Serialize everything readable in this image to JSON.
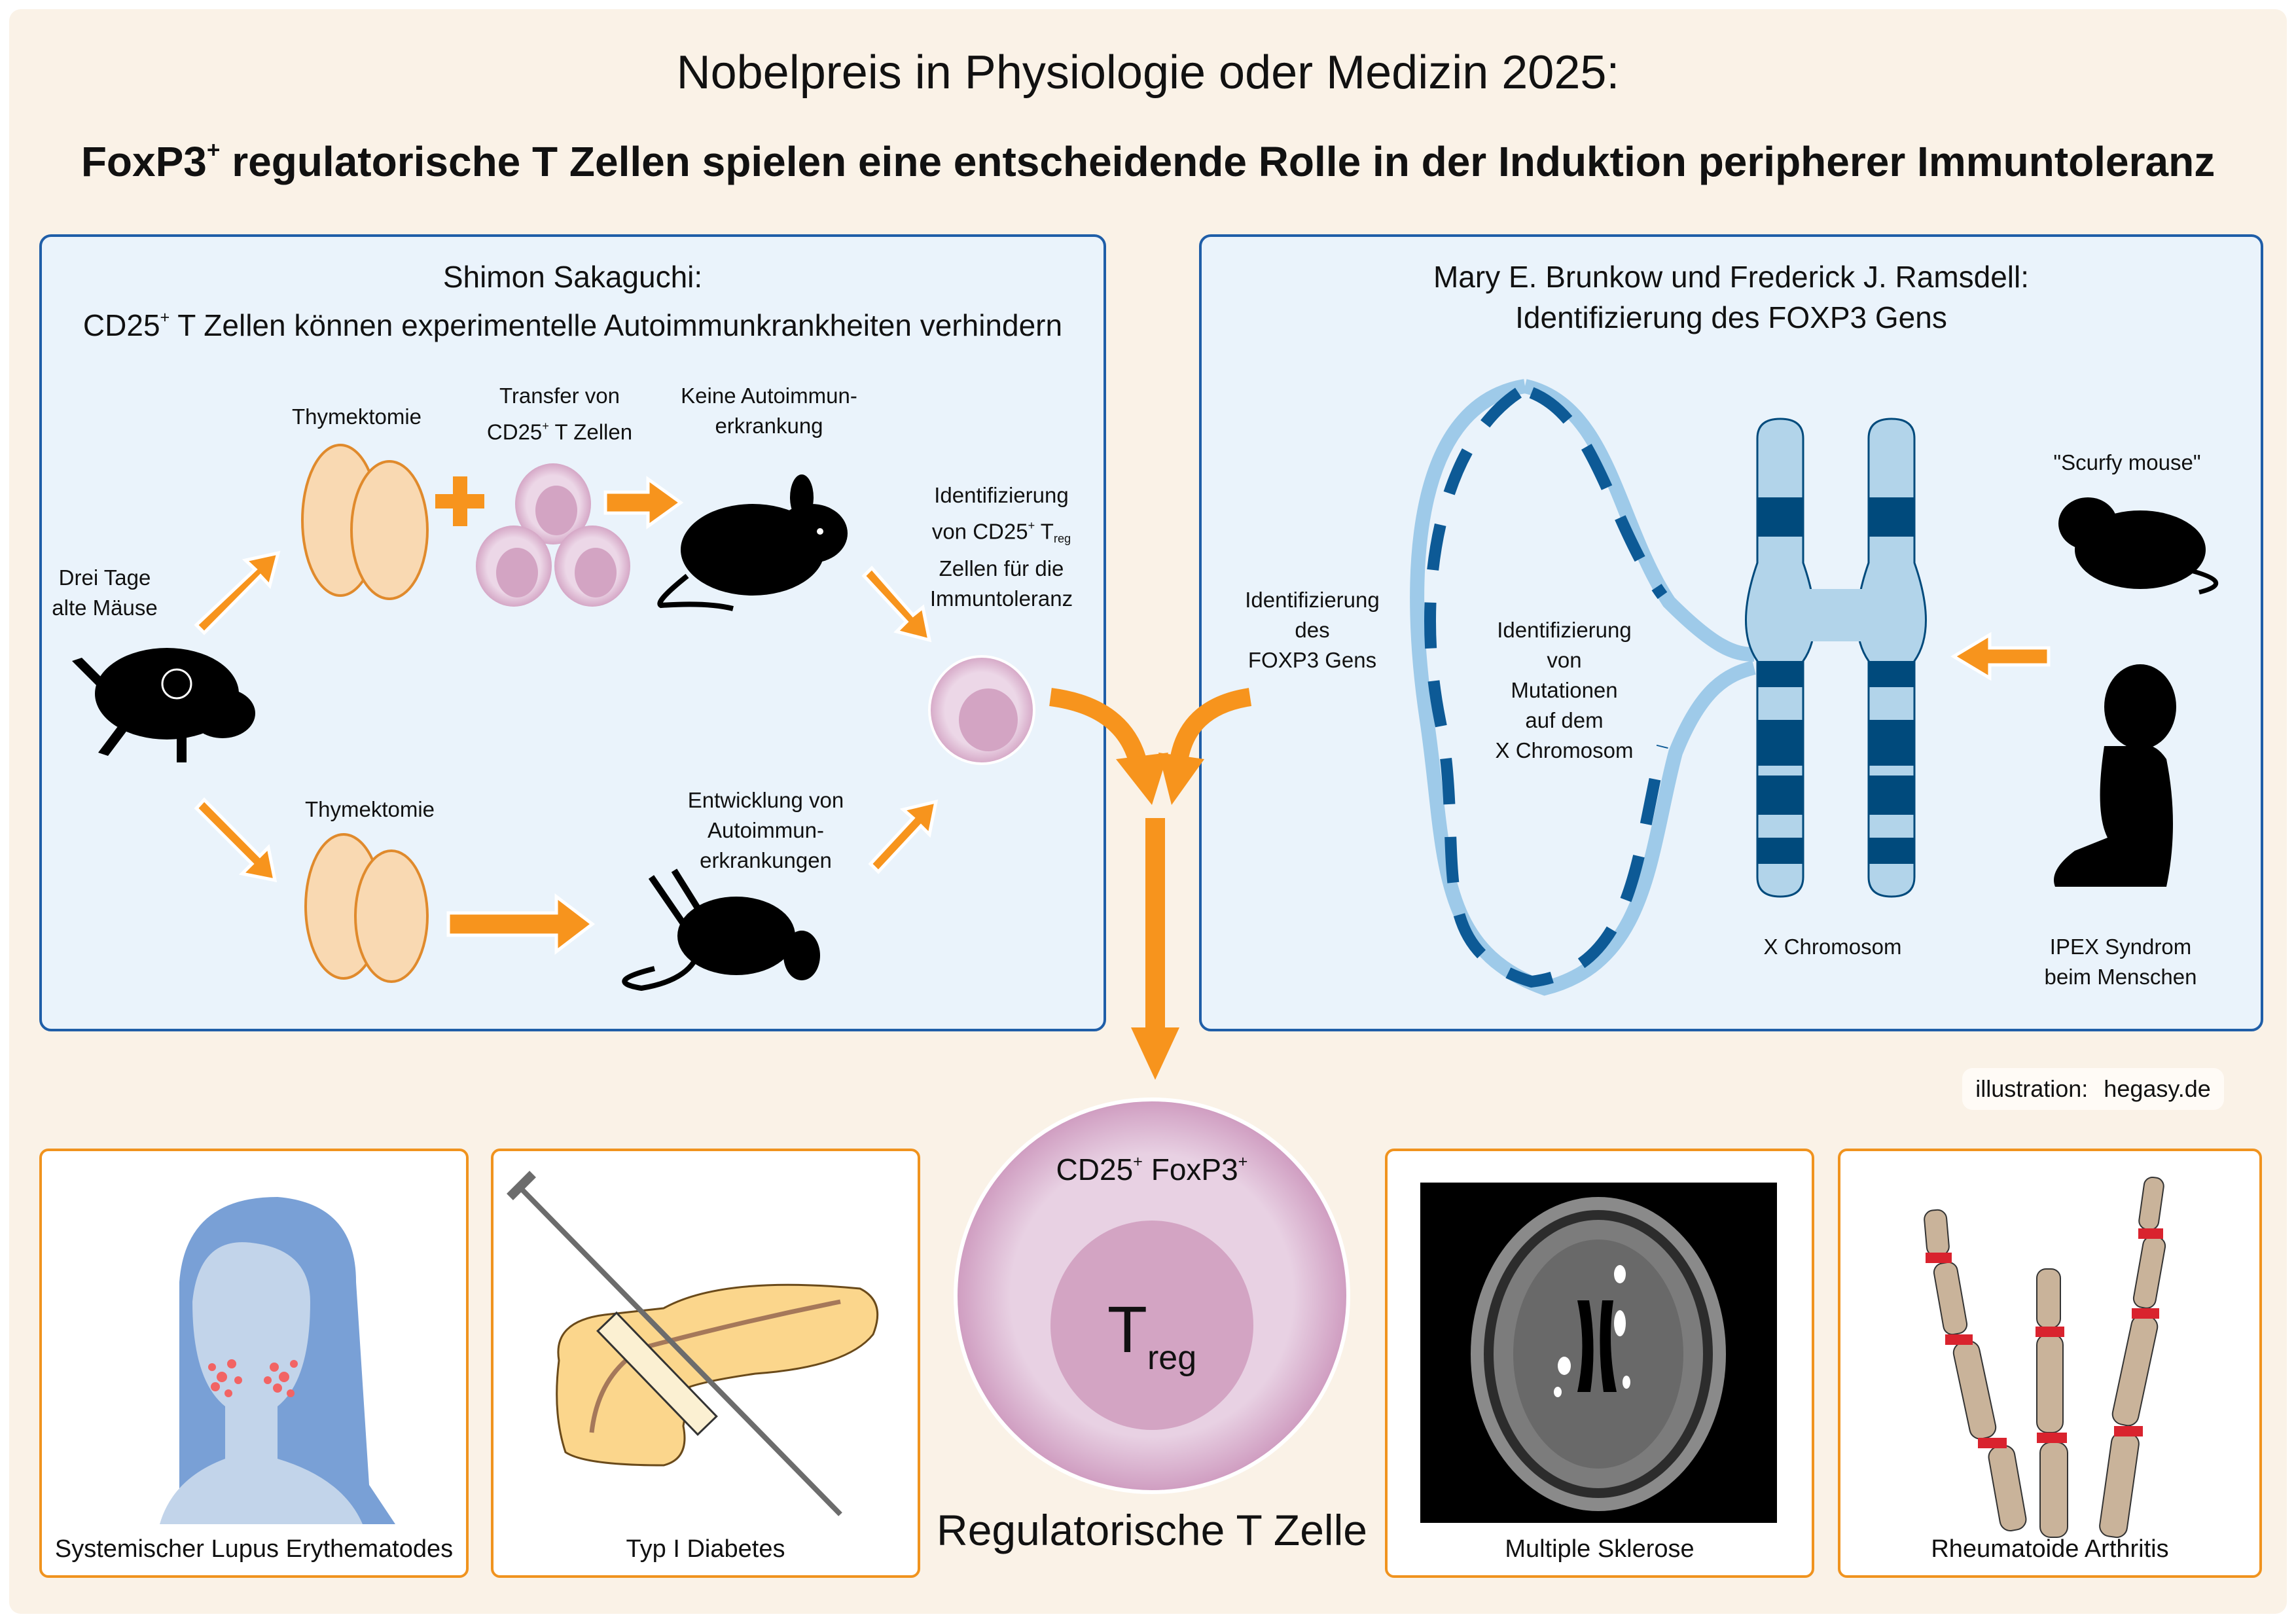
{
  "header": {
    "title": "Nobelpreis in Physiologie oder Medizin 2025:",
    "subtitle_main": "FoxP3",
    "subtitle_sup": "+",
    "subtitle_rest": " regulatorische T Zellen spielen eine entscheidende Rolle in der Induktion peripherer Immuntoleranz"
  },
  "left_panel": {
    "heading_line1": "Shimon Sakaguchi:",
    "heading_line2_pre": "CD25",
    "heading_line2_sup": "+",
    "heading_line2_post": " T Zellen können experimentelle Autoimmunkrankheiten verhindern",
    "start_label": [
      "Drei Tage",
      "alte Mäuse"
    ],
    "thymectomy_top": "Thymektomie",
    "transfer_label_line1": "Transfer von",
    "transfer_label_line2_pre": "CD25",
    "transfer_label_line2_sup": "+",
    "transfer_label_line2_post": " T Zellen",
    "no_disease": [
      "Keine Autoimmun-",
      "erkrankung"
    ],
    "identification": {
      "line1": "Identifizierung",
      "line2_pre": "von CD25",
      "line2_sup": "+",
      "line2_post": " T",
      "line2_sub": "reg",
      "line3": "Zellen für die",
      "line4": "Immuntoleranz"
    },
    "thymectomy_bottom": "Thymektomie",
    "disease_development": [
      "Entwicklung von",
      "Autoimmun-",
      "erkrankungen"
    ]
  },
  "right_panel": {
    "heading_line1": "Mary E. Brunkow und Frederick J. Ramsdell:",
    "heading_line2": "Identifizierung des FOXP3 Gens",
    "gene_identification": [
      "Identifizierung",
      "des",
      "FOXP3 Gens"
    ],
    "mutation_identification": [
      "Identifizierung",
      "von",
      "Mutationen",
      "auf dem",
      "X Chromosom"
    ],
    "chromosome_label": "X Chromosom",
    "scurfy_label": "\"Scurfy mouse\"",
    "ipex_label": [
      "IPEX Syndrom",
      "beim Menschen"
    ]
  },
  "treg_cell": {
    "marker_pre": "CD25",
    "marker_sup1": "+",
    "marker_mid": " FoxP3",
    "marker_sup2": "+",
    "core": "T",
    "core_sub": "reg",
    "caption": "Regulatorische T Zelle"
  },
  "diseases": [
    {
      "label": "Systemischer Lupus Erythematodes"
    },
    {
      "label": "Typ I Diabetes"
    },
    {
      "label": "Multiple Sklerose"
    },
    {
      "label": "Rheumatoide Arthritis"
    }
  ],
  "credit": {
    "prefix": "illustration:",
    "site": "hegasy.de"
  },
  "colors": {
    "background": "#faf2e7",
    "panel_fill": "#eaf3fb",
    "panel_border": "#1f5ea8",
    "arrow": "#f7941d",
    "card_border": "#f0931e",
    "dna_dark": "#0d5a96",
    "dna_light": "#9ecae9",
    "chromosome_dark": "#004a7c",
    "chromosome_light": "#b2d4ea",
    "cell_outer": "#e8cfe1",
    "cell_inner": "#d3a4c3",
    "thymus": "#f9d9b2"
  }
}
